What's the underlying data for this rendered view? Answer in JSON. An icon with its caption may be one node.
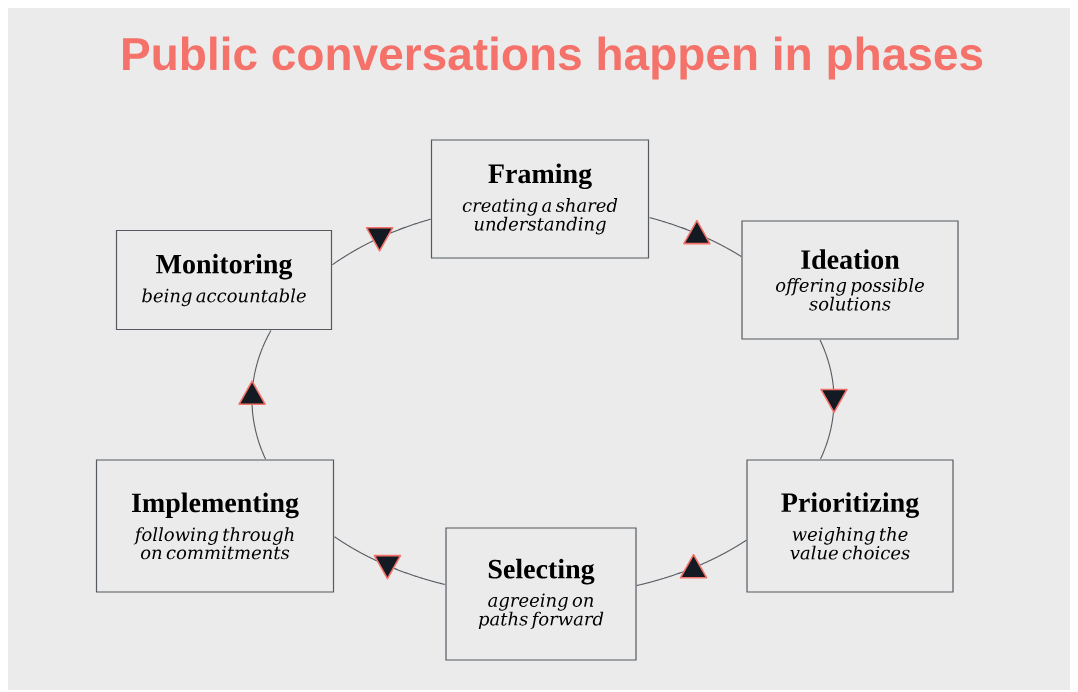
{
  "diagram": {
    "title": "Public conversations happen in phases",
    "nodes": [
      {
        "text": [
          "Framing",
          "creating a shared understanding"
        ]
      },
      {
        "text": [
          "Ideation",
          "offering possible solutions"
        ]
      },
      {
        "text": [
          "Prioritizing",
          "weighing the value choices"
        ]
      },
      {
        "text": [
          "Selecting",
          "agreeing on paths forward"
        ]
      },
      {
        "text": [
          "Implementing",
          "following through on commitments"
        ]
      },
      {
        "text": [
          "Monitoring",
          "being accountable"
        ]
      }
    ],
    "edges": [
      {
        "from": 0,
        "to": 1,
        "arrow": "to"
      },
      {
        "from": 1,
        "to": 2,
        "arrow": "to"
      },
      {
        "from": 2,
        "to": 3,
        "arrow": "to"
      },
      {
        "from": 3,
        "to": 4,
        "arrow": "to"
      },
      {
        "from": 4,
        "to": 5,
        "arrow": "to"
      },
      {
        "from": 5,
        "to": 0,
        "arrow": "to"
      }
    ]
  }
}
